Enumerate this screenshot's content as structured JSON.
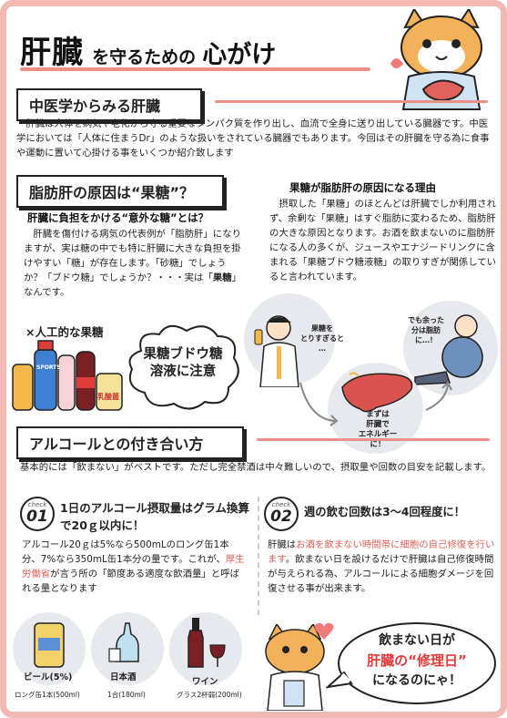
{
  "title": {
    "main": "肝臓",
    "mid": "を守るための",
    "end": "心がけ"
  },
  "section1": {
    "heading": "中医学からみる肝臓",
    "body": "肝臓は人体を病気や老化から守る重要なタンパク質を作り出し、血流で全身に送り出している臓器です。中医学においては「人体に住まうDr」のような扱いをされている臓器でもあります。今回はその肝臓を守る為に食事や運動に置いて心掛ける事をいくつか紹介致します"
  },
  "section2": {
    "heading": "脂肪肝の原因は“果糖”？",
    "left_sub": "肝臓に負担をかける“意外な糖”とは？",
    "left_body_1": "肝臓を傷付ける病気の代表例が「脂肪肝」になりますが、実は糖の中でも特に肝臓に大きな負担を掛けやすい「糖」が存在します。「砂糖」でしょうか？「ブドウ糖」でしょうか？・・・実は「",
    "left_body_bold": "果糖",
    "left_body_2": "」なんです。",
    "right_sub": "果糖が脂肪肝の原因になる理由",
    "right_body": "摂取した「果糖」のほとんどは肝臓でしか利用されず、余剰な「果糖」はすぐ脂肪に変わるため、脂肪肝の大きな原因となります。お酒を飲まないのに脂肪肝になる人の多くが、ジュースやエナジードリンクに含まれる「果糖ブドウ糖液糖」の取りすぎが関係していると言われています。",
    "artificial_label": "×人工的な果糖",
    "sports_label": "SPORTS",
    "lactic_label": "乳酸菌",
    "warning": [
      "果糖ブドウ糖",
      "溶液に注意"
    ],
    "bubble_drink": [
      "果糖を",
      "とりすぎると",
      "…"
    ],
    "bubble_fat": [
      "でも余った",
      "分は脂肪",
      "に…！"
    ],
    "liver_caption": [
      "まずは",
      "肝臓で",
      "エネルギーに！"
    ]
  },
  "section3": {
    "heading": "アルコールとの付き合い方",
    "intro": "基本的には「飲まない」がベストです。ただし完全禁酒は中々難しいので、摂取量や回数の目安を記載します。",
    "check_label": "check",
    "check1": {
      "num": "01",
      "title": "1日のアルコール摂取量はグラム換算で20ｇ以内に！",
      "body_1": "アルコール20ｇは5%なら500mLのロング缶1本分、7%なら350mL缶1本分の量です。これが、",
      "body_pink": "厚生労働省",
      "body_2": "が言う所の「節度ある適度な飲酒量」と呼ばれる量となります"
    },
    "check2": {
      "num": "02",
      "title": "週の飲む回数は3～4回程度に！",
      "body_1": "肝臓は",
      "body_pink": "お酒を飲まない時間帯に細胞の自己修復を行います",
      "body_2": "。飲まない日を設けるだけで肝臓は自己修復時間が与えられる為、アルコールによる細胞ダメージを回復させる事が出来ます。"
    },
    "drinks": [
      {
        "name": "ビール(5%)",
        "amount": "ロング缶1本(500ml)"
      },
      {
        "name": "日本酒",
        "amount": "1合(180ml)"
      },
      {
        "name": "ワイン",
        "amount": "グラス2杯弱(200ml)"
      }
    ],
    "final_bubble": [
      "飲まない日が",
      "肝臓の“修理日”",
      "になるのにゃ！"
    ]
  }
}
